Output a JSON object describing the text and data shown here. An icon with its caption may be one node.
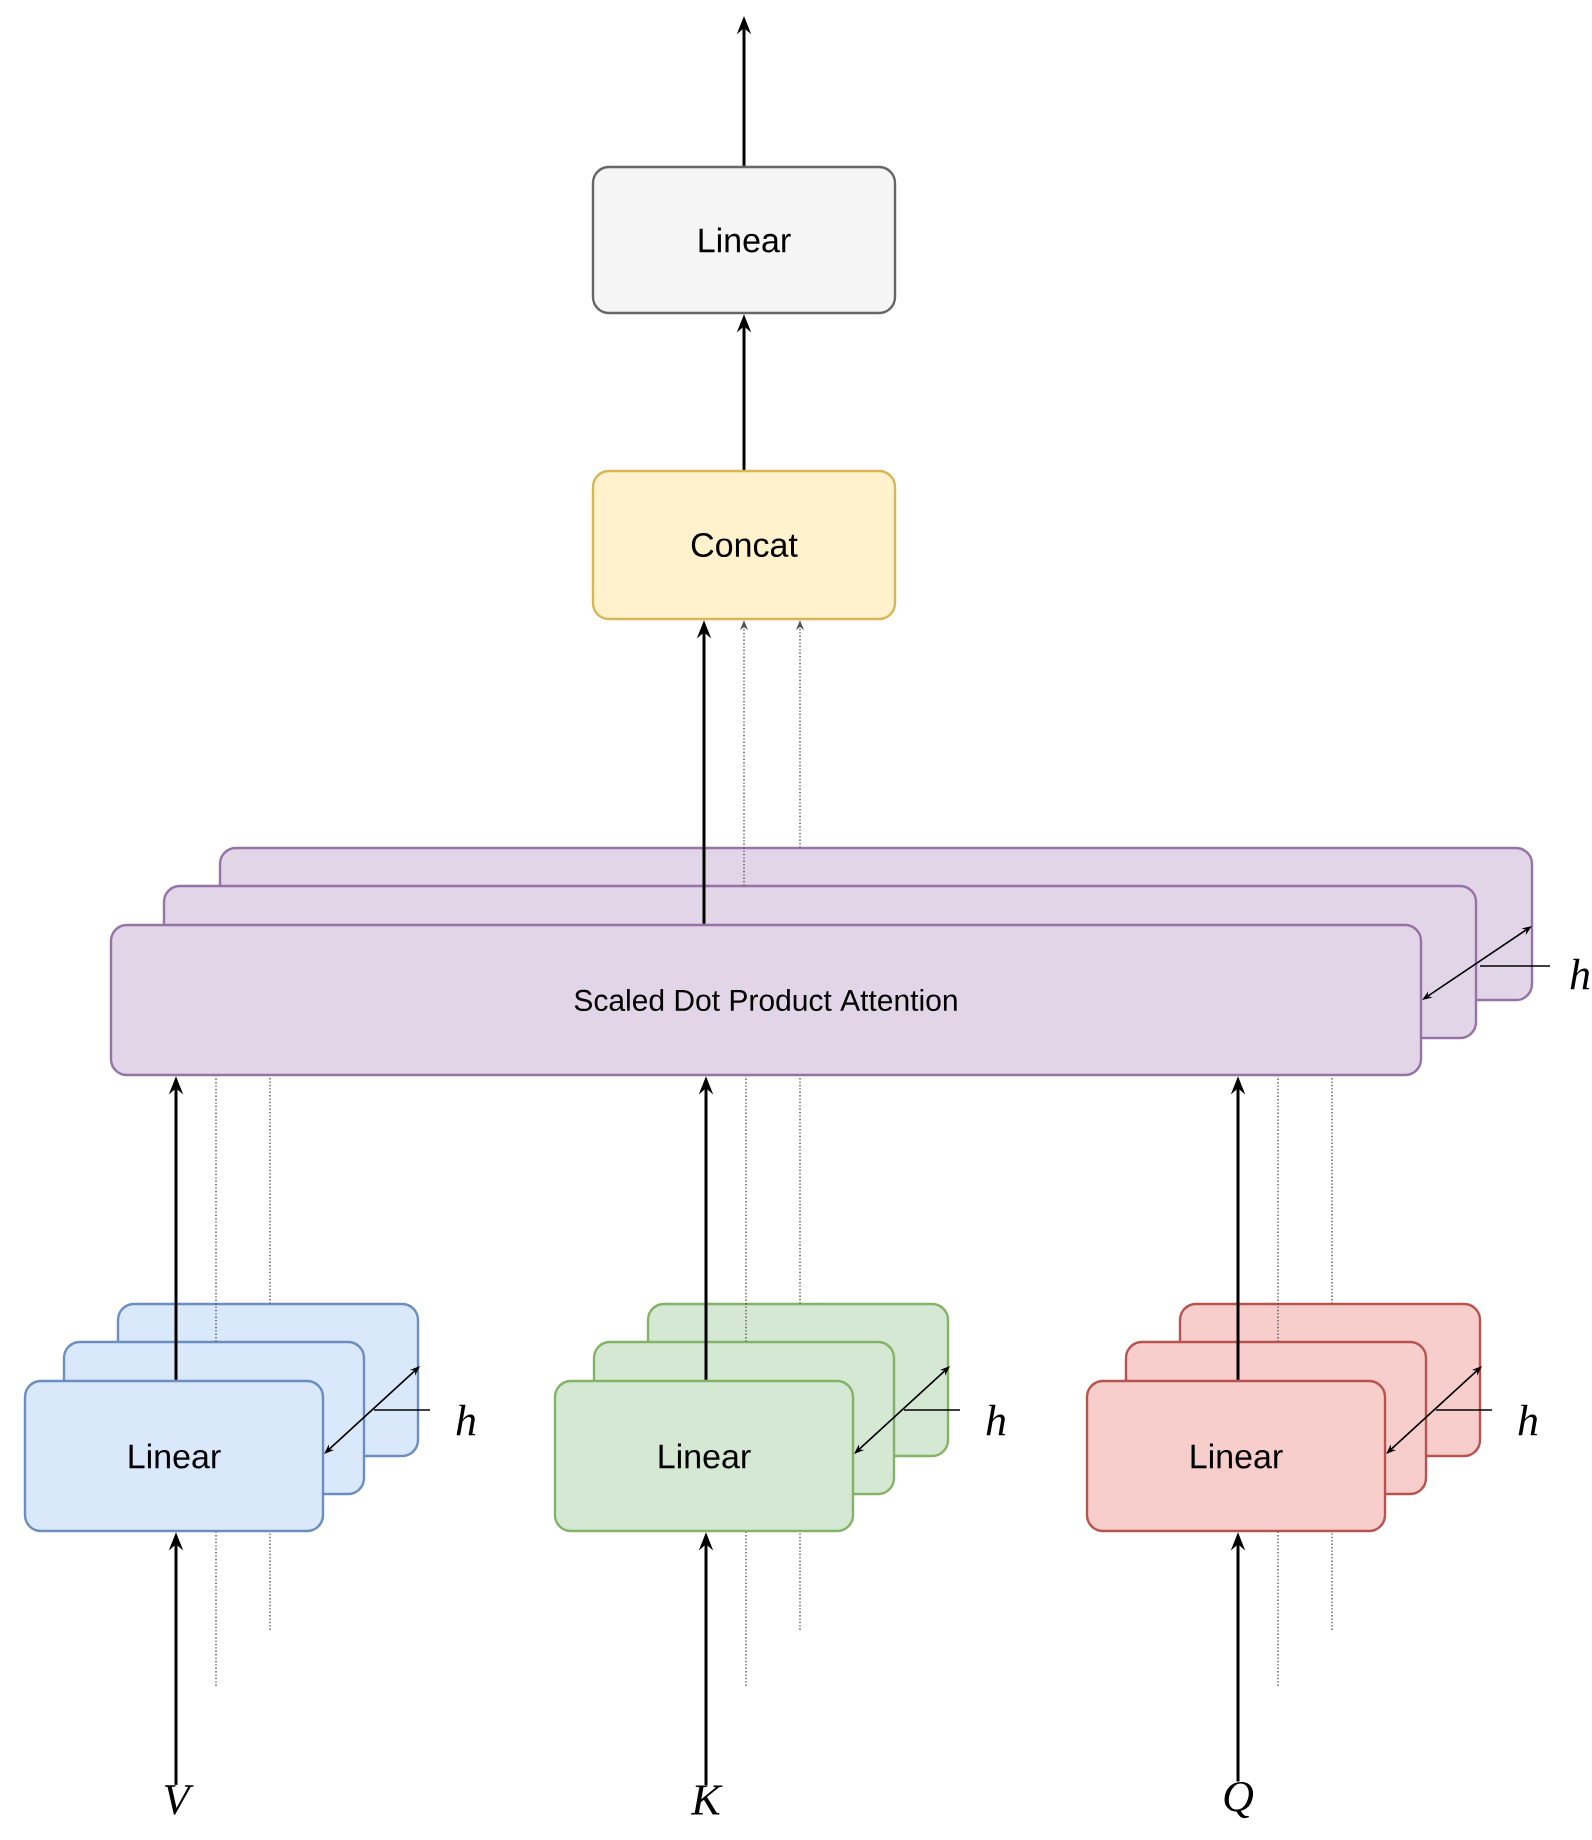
{
  "diagram": {
    "nodes": [
      {
        "text": [
          "Linear"
        ]
      },
      {
        "text": [
          "Concat"
        ]
      },
      {
        "text": [
          "Scaled Dot Product Attention"
        ]
      },
      {
        "text": [
          "Linear"
        ]
      },
      {
        "text": [
          "Linear"
        ]
      },
      {
        "text": [
          "Linear"
        ]
      },
      {
        "text": [
          "V"
        ]
      },
      {
        "text": [
          "K"
        ]
      },
      {
        "text": [
          "Q"
        ]
      }
    ],
    "edges": [
      {
        "from": 0,
        "to": null,
        "arrow": "to"
      },
      {
        "from": 1,
        "to": 0,
        "arrow": "to"
      },
      {
        "from": 2,
        "to": 1,
        "arrow": "to"
      },
      {
        "from": 2,
        "to": 1,
        "arrow": "to",
        "style": "dashed"
      },
      {
        "from": 2,
        "to": 1,
        "arrow": "to",
        "style": "dashed"
      },
      {
        "from": 3,
        "to": 2,
        "arrow": "to"
      },
      {
        "from": 3,
        "to": 2,
        "arrow": "none",
        "style": "dashed"
      },
      {
        "from": 3,
        "to": 2,
        "arrow": "none",
        "style": "dashed"
      },
      {
        "from": 4,
        "to": 2,
        "arrow": "to"
      },
      {
        "from": 4,
        "to": 2,
        "arrow": "none",
        "style": "dashed"
      },
      {
        "from": 4,
        "to": 2,
        "arrow": "none",
        "style": "dashed"
      },
      {
        "from": 5,
        "to": 2,
        "arrow": "to"
      },
      {
        "from": 5,
        "to": 2,
        "arrow": "none",
        "style": "dashed"
      },
      {
        "from": 5,
        "to": 2,
        "arrow": "none",
        "style": "dashed"
      },
      {
        "from": 6,
        "to": 3,
        "arrow": "to"
      },
      {
        "from": null,
        "to": 3,
        "arrow": "none",
        "style": "dashed"
      },
      {
        "from": null,
        "to": 3,
        "arrow": "none",
        "style": "dashed"
      },
      {
        "from": 7,
        "to": 4,
        "arrow": "to"
      },
      {
        "from": null,
        "to": 4,
        "arrow": "none",
        "style": "dashed"
      },
      {
        "from": null,
        "to": 4,
        "arrow": "none",
        "style": "dashed"
      },
      {
        "from": 8,
        "to": 5,
        "arrow": "to"
      },
      {
        "from": null,
        "to": 5,
        "arrow": "none",
        "style": "dashed"
      },
      {
        "from": null,
        "to": 5,
        "arrow": "none",
        "style": "dashed"
      }
    ],
    "labels": [
      "h",
      "h",
      "h",
      "h"
    ]
  }
}
